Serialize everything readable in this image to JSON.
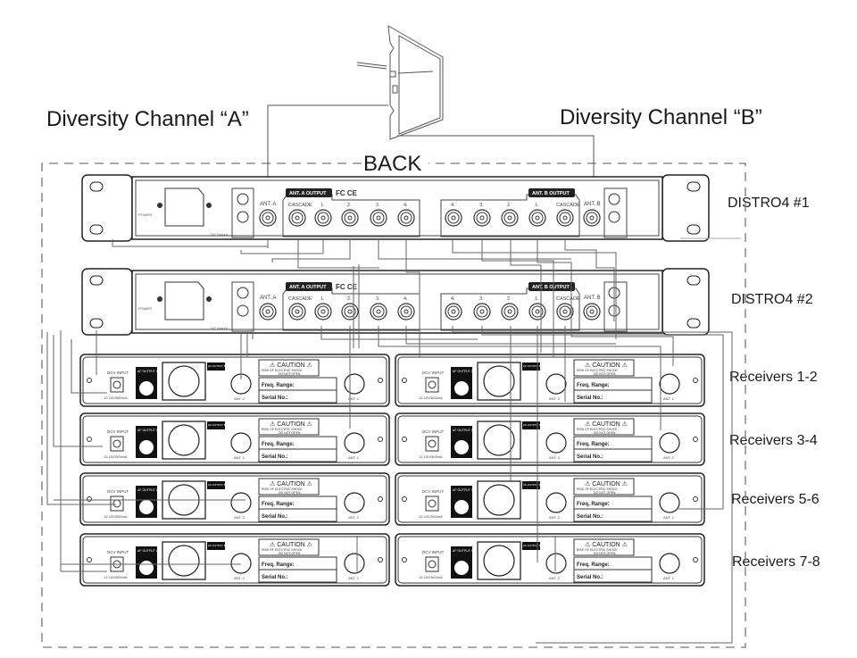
{
  "labels": {
    "channel_a": "Diversity Channel “A”",
    "channel_b": "Diversity Channel “B”",
    "back": "BACK"
  },
  "distros": [
    {
      "name": "DISTRO4 #1"
    },
    {
      "name": "DISTRO4 #2"
    }
  ],
  "distro_panel": {
    "ant_a_output": "ANT. A OUTPUT",
    "ant_b_output": "ANT. B OUTPUT",
    "ant_a": "ANT. A",
    "ant_b": "ANT. B",
    "cascade": "CASCADE",
    "ports_a": [
      "CASCADE",
      "1.",
      "2.",
      "3.",
      "4."
    ],
    "ports_b": [
      "4.",
      "3.",
      "2.",
      "1.",
      "CASCADE"
    ],
    "dc_output": "DC Output",
    "power": "POWER",
    "cert": "FC CE"
  },
  "receiver_rows": [
    {
      "name": "Receivers 1-2"
    },
    {
      "name": "Receivers 3-4"
    },
    {
      "name": "Receivers 5-6"
    },
    {
      "name": "Receivers 7-8"
    }
  ],
  "receiver_panel": {
    "dcv_input": "DCV INPUT",
    "dcv_spec": "12-15V/500mA",
    "af_unbal": "AF OUTPUT UNBAL.",
    "af_bal": "AF OUTPUT BALANCED",
    "caution": "CAUTION",
    "risk": "RISK OF ELECTRIC SHOCK",
    "do_not_open": "DO NOT OPEN",
    "freq_range": "Freq. Range:",
    "serial_no": "Serial No.:",
    "ant2": "ANT. 2",
    "ant1": "ANT. 1"
  }
}
